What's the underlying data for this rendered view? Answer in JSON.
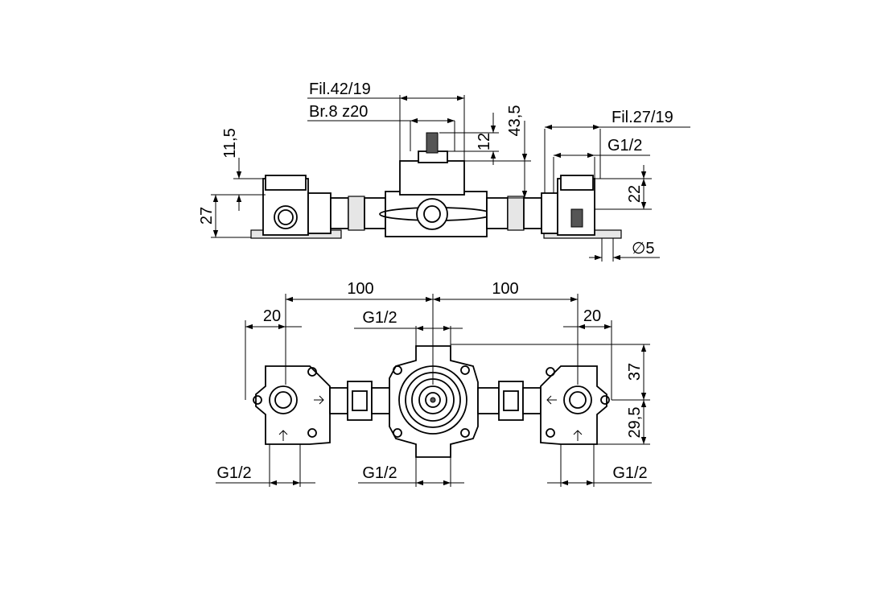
{
  "side_view": {
    "thread_label": "Fil.42/19",
    "spline_label": "Br.8 z20",
    "dim_12": "12",
    "dim_43_5": "43,5",
    "dim_11_5": "11,5",
    "dim_27": "27",
    "right_thread": "Fil.27/19",
    "right_g": "G1/2",
    "dim_22": "22",
    "dim_d5": "∅5"
  },
  "top_view": {
    "dim_100_left": "100",
    "dim_100_right": "100",
    "dim_20_left": "20",
    "dim_20_right": "20",
    "g_top": "G1/2",
    "dim_37": "37",
    "dim_29_5": "29,5",
    "g_bottom_left": "G1/2",
    "g_bottom_center": "G1/2",
    "g_bottom_right": "G1/2"
  }
}
